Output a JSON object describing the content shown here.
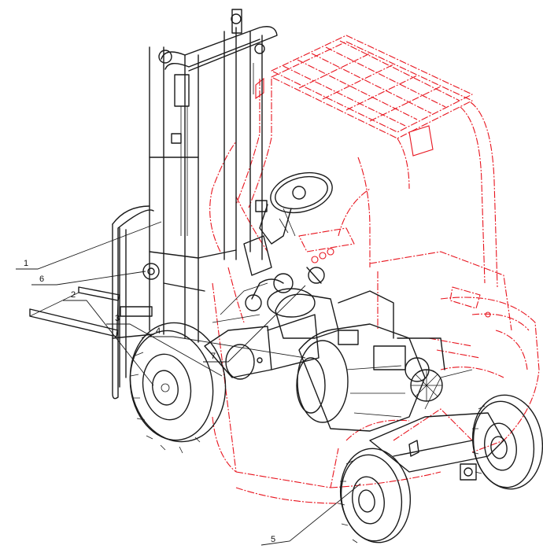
{
  "callouts": [
    {
      "id": "1",
      "label": "1"
    },
    {
      "id": "6",
      "label": "6"
    },
    {
      "id": "2",
      "label": "2"
    },
    {
      "id": "3",
      "label": "3"
    },
    {
      "id": "4",
      "label": "4"
    },
    {
      "id": "7",
      "label": "7"
    },
    {
      "id": "5",
      "label": "5"
    }
  ],
  "colors": {
    "drivetrain_lines": "#1a1a1a",
    "chassis_phantom_lines": "#e8141e",
    "background": "#ffffff"
  }
}
